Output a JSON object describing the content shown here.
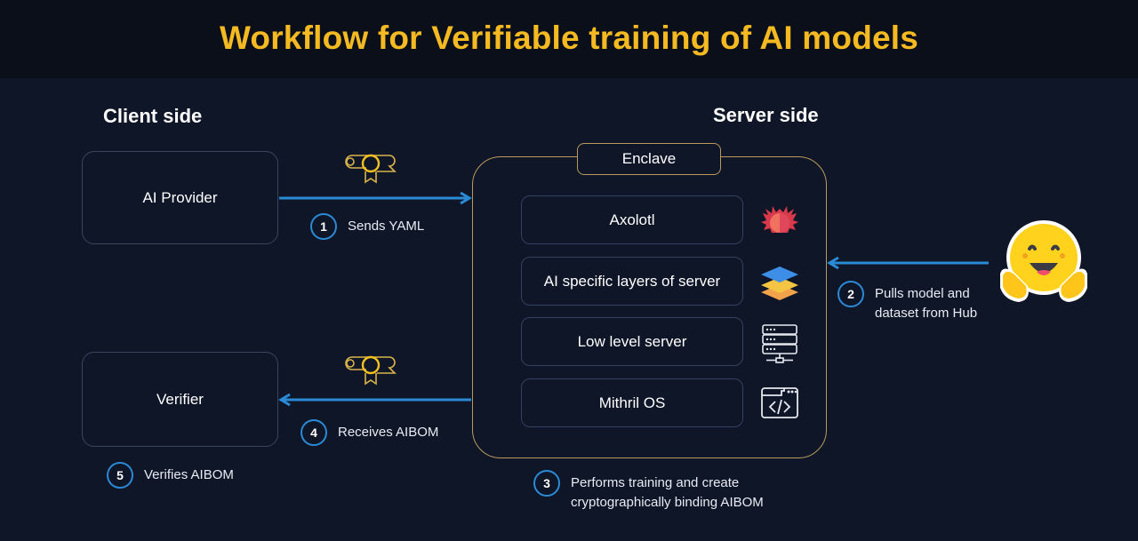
{
  "title": "Workflow for Verifiable training of AI models",
  "colors": {
    "background": "#0f1628",
    "header_background": "#0a0f1a",
    "title": "#f5b921",
    "arrow": "#2b8ad6",
    "enclave_border": "#b99a5c",
    "box_border": "#3a4560"
  },
  "client_side": {
    "label": "Client side",
    "nodes": [
      {
        "label": "AI Provider"
      },
      {
        "label": "Verifier"
      }
    ]
  },
  "server_side": {
    "label": "Server side",
    "enclave": {
      "label": "Enclave",
      "layers": [
        {
          "label": "Axolotl",
          "icon": "axolotl-icon"
        },
        {
          "label": "AI specific layers of server",
          "icon": "layers-icon"
        },
        {
          "label": "Low level server",
          "icon": "server-rack-icon"
        },
        {
          "label": "Mithril OS",
          "icon": "code-window-icon"
        }
      ]
    }
  },
  "hub": {
    "icon": "hugging-face-icon"
  },
  "steps": [
    {
      "number": "1",
      "lines": [
        "Sends YAML"
      ]
    },
    {
      "number": "2",
      "lines": [
        "Pulls model and",
        "dataset from Hub"
      ]
    },
    {
      "number": "3",
      "lines": [
        "Performs training and create",
        "cryptographically binding AIBOM"
      ]
    },
    {
      "number": "4",
      "lines": [
        "Receives AIBOM"
      ]
    },
    {
      "number": "5",
      "lines": [
        "Verifies AIBOM"
      ]
    }
  ],
  "certificates": [
    {
      "icon": "certificate-icon",
      "attached_to": "step-1"
    },
    {
      "icon": "certificate-icon",
      "attached_to": "step-4"
    }
  ]
}
